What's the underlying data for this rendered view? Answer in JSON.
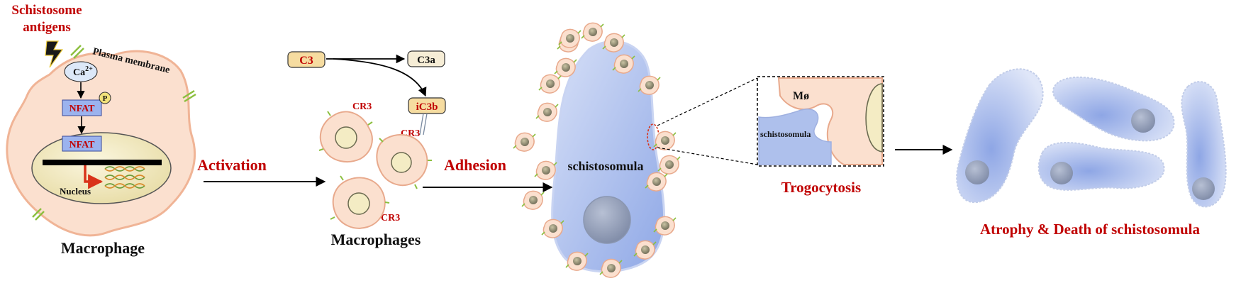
{
  "macrophage_panel": {
    "antigen_label": [
      "Schistosome",
      "antigens"
    ],
    "membrane_label": "Plasma membrane",
    "ca_base": "Ca",
    "ca_sup": "2+",
    "nfat_cyto": "NFAT",
    "phospho": "P",
    "nfat_nuc": "NFAT",
    "nucleus_label": "Nucleus",
    "caption": "Macrophage"
  },
  "activation_label": "Activation",
  "complement": {
    "c3": "C3",
    "c3a": "C3a",
    "ic3b": "iC3b",
    "cr3_bound": "CR3",
    "cr3_top": "CR3",
    "cr3_bottom": "CR3",
    "caption": "Macrophages"
  },
  "adhesion_label": "Adhesion",
  "schistosomula_label": "schistosomula",
  "inset": {
    "mo_label": "Mø",
    "worm_label": "schistosomula",
    "caption": "Trogocytosis"
  },
  "outcome_caption": "Atrophy & Death of schistosomula",
  "colors": {
    "accent_red": "#c00000",
    "cell_fill": "#fbe0cf",
    "cell_stroke": "#e8a98c",
    "worm_fill": "#aec0ec",
    "nucleus_fill": "#f4ecc4",
    "nfat_fill": "#9bb3ee",
    "receptor_green": "#8cbf3f"
  },
  "icons": [
    "lightning-icon",
    "dna-helix-icon",
    "receptor-icon"
  ]
}
